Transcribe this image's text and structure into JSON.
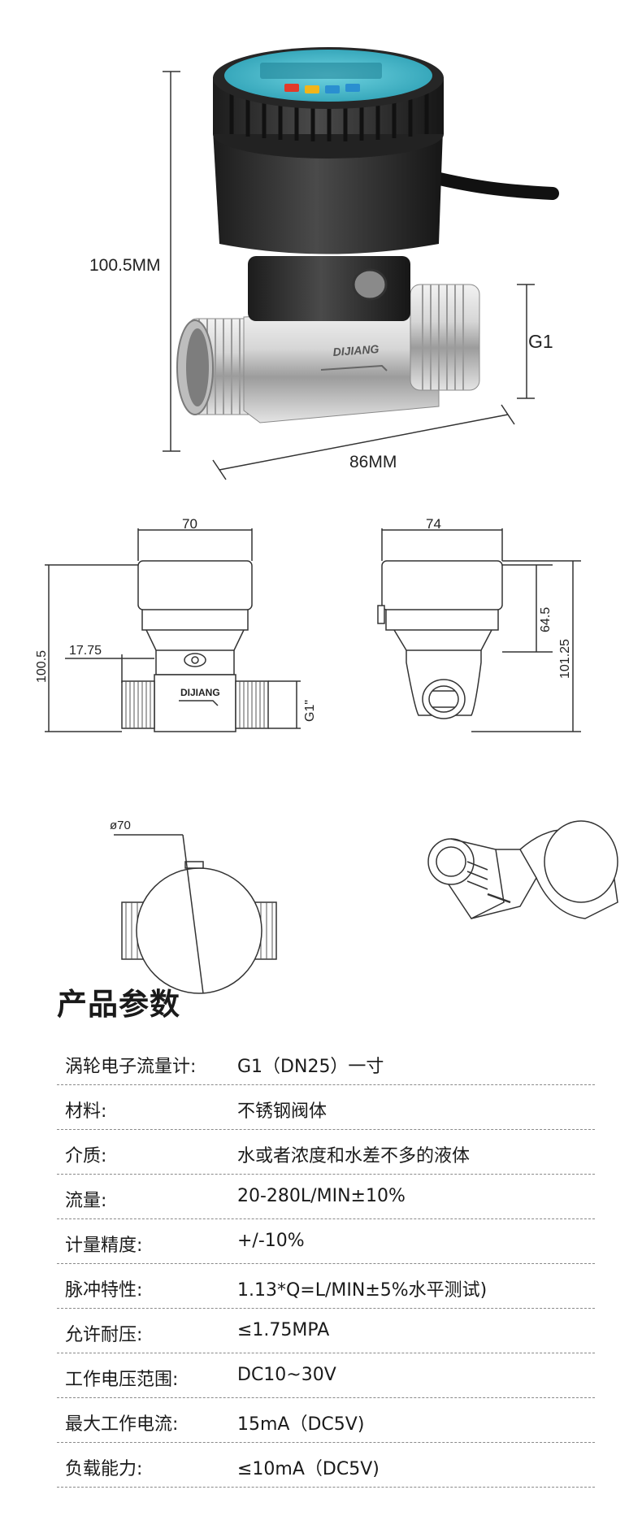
{
  "photo": {
    "height_label": "100.5MM",
    "width_label": "86MM",
    "thread_label": "G1",
    "brand_text": "DIJIANG"
  },
  "drawing_front": {
    "width_label": "70",
    "height_label": "100.5",
    "offset_label": "17.75",
    "thread_label": "G1\"",
    "brand_text": "DIJIANG"
  },
  "drawing_side": {
    "width_label": "74",
    "head_height_label": "64.5",
    "total_height_label": "101.25"
  },
  "drawing_top": {
    "diameter_label": "ø70"
  },
  "specs": {
    "title": "产品参数",
    "rows": [
      {
        "label": "涡轮电子流量计:",
        "value": "G1（DN25）一寸"
      },
      {
        "label": "材料:",
        "value": "不锈钢阀体"
      },
      {
        "label": "介质:",
        "value": "水或者浓度和水差不多的液体"
      },
      {
        "label": "流量:",
        "value": "20-280L/MIN±10%"
      },
      {
        "label": "计量精度:",
        "value": "+/-10%"
      },
      {
        "label": "脉冲特性:",
        "value": " 1.13*Q=L/MIN±5%水平测试)"
      },
      {
        "label": "允许耐压:",
        "value": "≤1.75MPA"
      },
      {
        "label": "工作电压范围:",
        "value": "DC10~30V"
      },
      {
        "label": "最大工作电流:",
        "value": "15mA（DC5V)"
      },
      {
        "label": "负载能力:",
        "value": "≤10mA（DC5V)"
      }
    ]
  },
  "colors": {
    "display": "#3bb6c9",
    "housing": "#2b2b2b",
    "steel": "#c9c9c9",
    "line": "#333333"
  }
}
